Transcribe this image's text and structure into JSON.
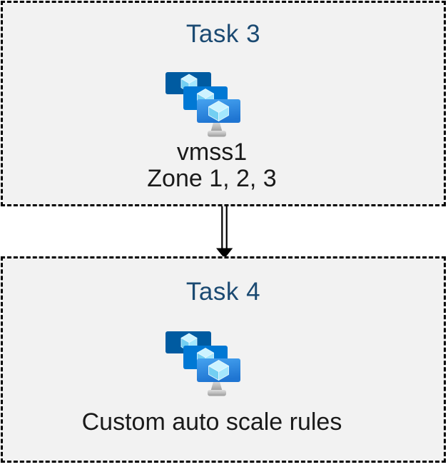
{
  "diagram": {
    "type": "flow",
    "direction": "top-down",
    "tasks": [
      {
        "title": "Task 3",
        "icon": "vmss-icon",
        "caption_lines": [
          "vmss1",
          "Zone 1, 2, 3"
        ]
      },
      {
        "title": "Task 4",
        "icon": "vmss-icon",
        "caption_lines": [
          "Custom auto scale rules"
        ]
      }
    ],
    "connector": {
      "style": "double-line",
      "arrowhead": "solid-triangle",
      "direction": "down",
      "from": "Task 3",
      "to": "Task 4"
    },
    "colors": {
      "page_background": "#ffffff",
      "box_fill": "#f2f2f2",
      "box_border": "#000000",
      "title_text": "#1b4a72",
      "body_text": "#1a1a1a",
      "arrow": "#000000",
      "monitor_back": "#005ba1",
      "monitor_middle": "#0078d4",
      "monitor_front_gradient_top": "#46a3f0",
      "monitor_front_gradient_bottom": "#1f75d2",
      "cube_top_face": "#cdf3ff",
      "cube_left_face": "#73cff2",
      "cube_right_face": "#a3e7fd",
      "stand_gradient_light": "#dfdfdf",
      "stand_gradient_dark": "#9c9c9c"
    }
  }
}
